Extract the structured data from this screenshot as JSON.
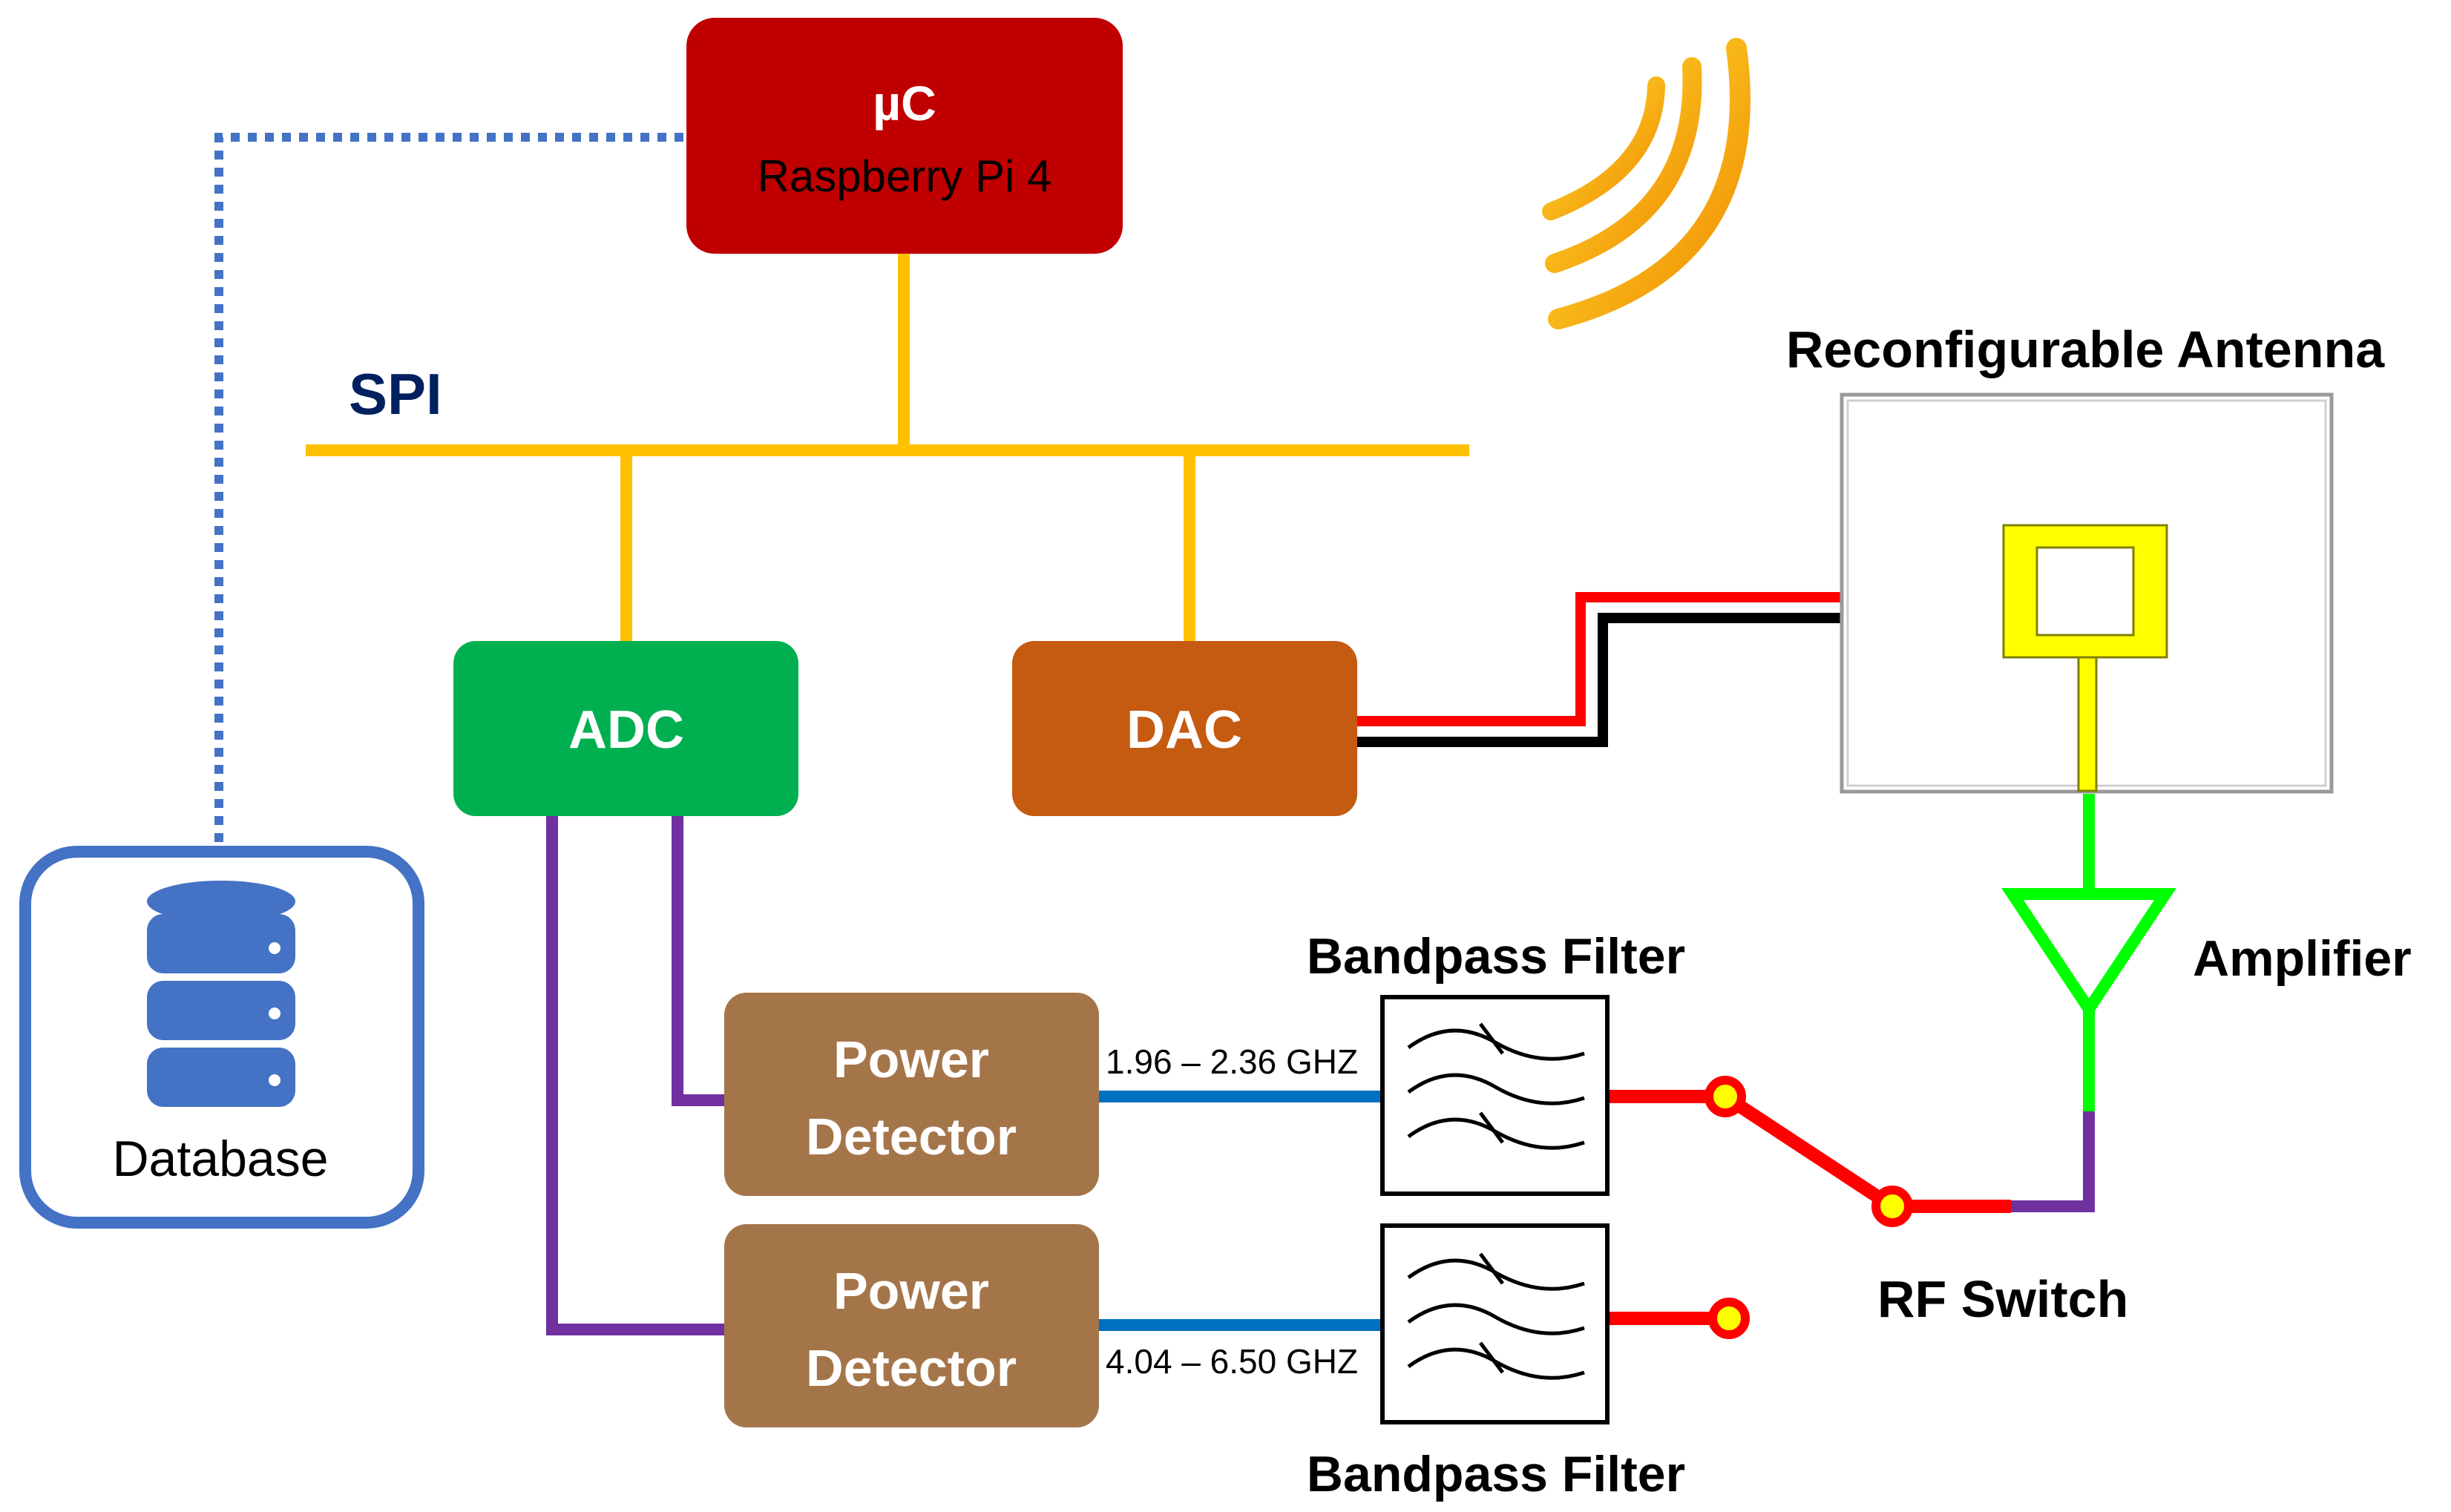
{
  "blocks": {
    "mcu": {
      "line1": "µC",
      "line2": "Raspberry Pi 4",
      "color": "#c00000"
    },
    "adc": {
      "label": "ADC",
      "color": "#00b050"
    },
    "dac": {
      "label": "DAC",
      "color": "#c55a11"
    },
    "power_detector_1": {
      "line1": "Power",
      "line2": "Detector",
      "color": "#a5754a"
    },
    "power_detector_2": {
      "line1": "Power",
      "line2": "Detector",
      "color": "#a5754a"
    },
    "database": {
      "label": "Database",
      "icon": "database-icon",
      "color": "#4472c4"
    }
  },
  "labels": {
    "spi": "SPI",
    "antenna": "Reconfigurable Antenna",
    "amplifier": "Amplifier",
    "rf_switch": "RF Switch",
    "bandpass_filter_top": "Bandpass Filter",
    "bandpass_filter_bottom": "Bandpass Filter",
    "band1": "1.96 – 2.36 GHZ",
    "band2": "4.04 – 6.50 GHZ"
  },
  "colors": {
    "spi_bus": "#ffc000",
    "analog_lines": "#7030a0",
    "rf_lines": "#0070c0",
    "switch_lines": "#ff0000",
    "amplifier": "#00ff00",
    "antenna_patch": "#ffff00",
    "spi_text": "#002060",
    "database_link": "#4472c4"
  }
}
